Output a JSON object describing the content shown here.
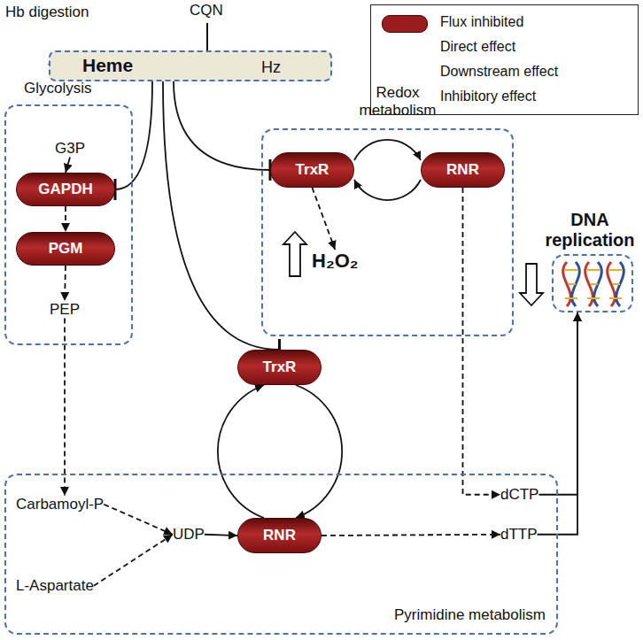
{
  "diagram": {
    "nodes": [
      {
        "text": [
          "Heme",
          "Hz"
        ]
      },
      {
        "text": [
          "Glycolysis"
        ]
      },
      {
        "text": [
          "G3P"
        ],
        "in": 1
      },
      {
        "text": [
          "GAPDH"
        ],
        "in": 1
      },
      {
        "text": [
          "PGM"
        ],
        "in": 1
      },
      {
        "text": [
          "PEP"
        ],
        "in": 1
      },
      {
        "text": [
          "Redox metabolism"
        ]
      },
      {
        "text": [
          "TrxR"
        ],
        "in": 6
      },
      {
        "text": [
          "RNR"
        ],
        "in": 6
      },
      {
        "text": [
          "H₂O₂"
        ],
        "in": 6
      },
      {
        "text": [
          "DNA replication"
        ]
      },
      {
        "text": [
          "TrxR"
        ]
      },
      {
        "text": [
          "Pyrimidine metabolism"
        ]
      },
      {
        "text": [
          "Carbamoyl-P"
        ],
        "in": 12
      },
      {
        "text": [
          "L-Aspartate"
        ],
        "in": 12
      },
      {
        "text": [
          "UDP"
        ],
        "in": 12
      },
      {
        "text": [
          "RNR"
        ],
        "in": 12
      },
      {
        "text": [
          "dCTP"
        ],
        "in": 12
      },
      {
        "text": [
          "dTTP"
        ],
        "in": 12
      }
    ],
    "edges": [
      {
        "from": 0,
        "to": 3,
        "arrow": "to"
      },
      {
        "from": 0,
        "to": 7,
        "arrow": "to"
      },
      {
        "from": 0,
        "to": 11,
        "arrow": "to"
      },
      {
        "from": 2,
        "to": 3,
        "arrow": "to"
      },
      {
        "from": 3,
        "to": 4,
        "arrow": "to"
      },
      {
        "from": 4,
        "to": 5,
        "arrow": "to"
      },
      {
        "from": 5,
        "to": 13,
        "arrow": "to"
      },
      {
        "from": 7,
        "to": 9,
        "arrow": "to"
      },
      {
        "from": 7,
        "to": 8,
        "arrow": "to"
      },
      {
        "from": 8,
        "to": 7,
        "arrow": "to"
      },
      {
        "from": 11,
        "to": 16,
        "arrow": "to"
      },
      {
        "from": 16,
        "to": 11,
        "arrow": "to"
      },
      {
        "from": 8,
        "to": 17,
        "arrow": "to"
      },
      {
        "from": 16,
        "to": 18,
        "arrow": "to"
      },
      {
        "from": 17,
        "to": 10,
        "arrow": "to"
      },
      {
        "from": 18,
        "to": 10,
        "arrow": "to"
      },
      {
        "from": 13,
        "to": 15,
        "arrow": "to"
      },
      {
        "from": 14,
        "to": 15,
        "arrow": "to"
      },
      {
        "from": 15,
        "to": 16,
        "arrow": "to"
      }
    ],
    "labels": [
      "Hb digestion",
      "CQN"
    ],
    "legend": [
      {
        "text": "Flux inhibited",
        "color": "#9b1c1c"
      },
      {
        "text": "Direct effect"
      },
      {
        "text": "Downstream effect"
      },
      {
        "text": "Inhibitory effect"
      }
    ]
  }
}
